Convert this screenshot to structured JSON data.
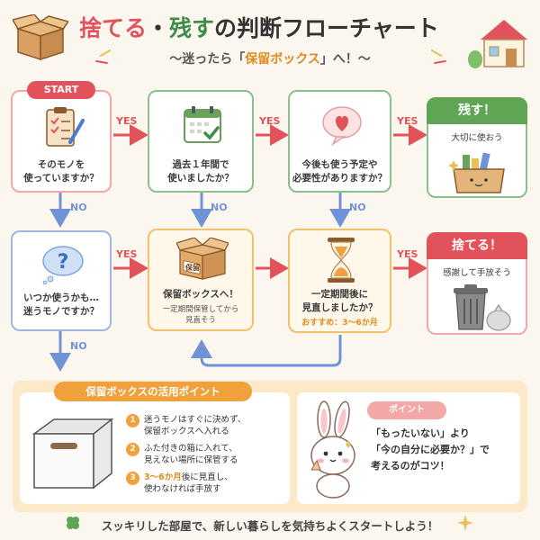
{
  "header": {
    "title_part1": "捨てる",
    "title_sep": "・",
    "title_part2": "残す",
    "title_part3": "の判断フローチャート",
    "subtitle_prefix": "〜迷ったら「",
    "subtitle_highlight": "保留ボックス",
    "subtitle_suffix": "」へ！〜"
  },
  "flow": {
    "start_label": "START",
    "yes": "YES",
    "no": "NO",
    "q1": {
      "line1": "そのモノを",
      "line2": "使っていますか？"
    },
    "q2": {
      "line1": "過去１年間で",
      "line2": "使いましたか？"
    },
    "q3": {
      "line1": "今後も使う予定や",
      "line2": "必要性がありますか？"
    },
    "keep": {
      "badge": "残す！",
      "text": "大切に使おう"
    },
    "q4": {
      "line1": "いつか使うかも…",
      "line2": "迷うモノですか？"
    },
    "hold": {
      "line1": "保留ボックスへ！",
      "sub1": "一定期間保管してから",
      "sub2": "見直そう",
      "box_text": "保留"
    },
    "q5": {
      "line1": "一定期間後に",
      "line2": "見直しましたか？",
      "note": "おすすめ：3〜6か月"
    },
    "discard": {
      "badge": "捨てる！",
      "text": "感謝して手放そう"
    }
  },
  "tips": {
    "title": "保留ボックスの活用ポイント",
    "items": [
      {
        "num": "1",
        "line1": "迷うモノはすぐに決めず、",
        "line2": "保留ボックスへ入れる"
      },
      {
        "num": "2",
        "line1": "ふた付きの箱に入れて、",
        "line2": "見えない場所に保管する"
      },
      {
        "num": "3",
        "line1_highlight": "3〜6か月",
        "line1_rest": "後に見直し、",
        "line2": "使わなければ手放す"
      }
    ]
  },
  "point": {
    "badge": "ポイント",
    "line1": "「もったいない」より",
    "line2": "「今の自分に必要か？」で",
    "line3": "考えるのがコツ！"
  },
  "footer": {
    "text": "スッキリした部屋で、新しい暮らしを気持ちよくスタートしよう！"
  },
  "colors": {
    "pink": "#e2525a",
    "blue": "#6f93d6",
    "green": "#3d8c4a",
    "orange": "#f0a13b"
  }
}
